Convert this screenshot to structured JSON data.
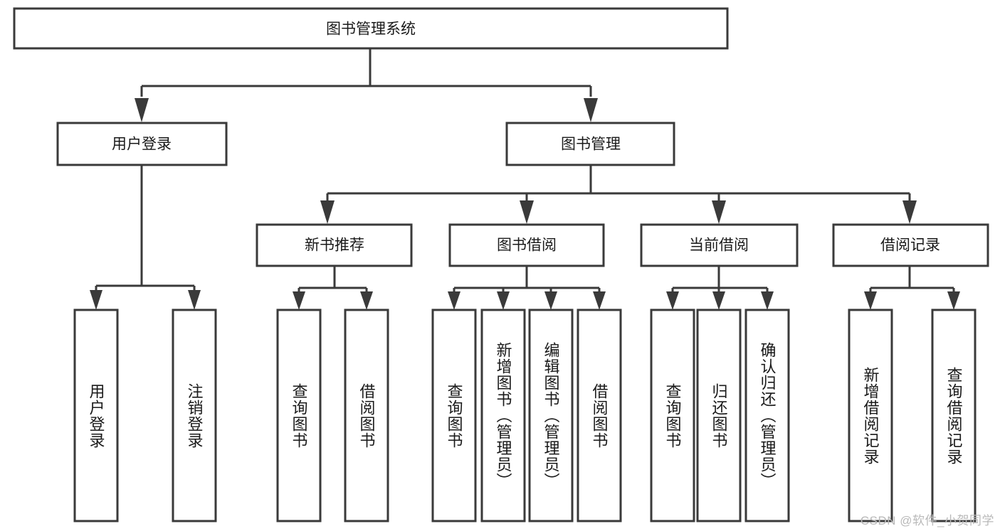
{
  "diagram": {
    "type": "tree-hierarchy",
    "title": "图书管理系统",
    "watermark": "CSDN @软件_小贺同学",
    "colors": {
      "stroke": "#3a3a3a",
      "fill": "#ffffff",
      "text": "#1a1a1a",
      "watermark": "#b9b9b9",
      "background": "#ffffff"
    },
    "levels": [
      {
        "level": 1,
        "nodes": [
          {
            "id": "root",
            "label": "图书管理系统",
            "orientation": "horizontal"
          }
        ]
      },
      {
        "level": 2,
        "nodes": [
          {
            "id": "login",
            "label": "用户登录",
            "orientation": "horizontal",
            "parent": "root"
          },
          {
            "id": "bookmgmt",
            "label": "图书管理",
            "orientation": "horizontal",
            "parent": "root"
          }
        ]
      },
      {
        "level": 3,
        "nodes": [
          {
            "id": "newbook",
            "label": "新书推荐",
            "orientation": "horizontal",
            "parent": "bookmgmt"
          },
          {
            "id": "borrow",
            "label": "图书借阅",
            "orientation": "horizontal",
            "parent": "bookmgmt"
          },
          {
            "id": "current",
            "label": "当前借阅",
            "orientation": "horizontal",
            "parent": "bookmgmt"
          },
          {
            "id": "records",
            "label": "借阅记录",
            "orientation": "horizontal",
            "parent": "bookmgmt"
          }
        ]
      },
      {
        "level": 4,
        "nodes": [
          {
            "id": "leaf-1",
            "label": "用户登录",
            "orientation": "vertical",
            "parent": "login"
          },
          {
            "id": "leaf-2",
            "label": "注销登录",
            "orientation": "vertical",
            "parent": "login"
          },
          {
            "id": "leaf-3",
            "label": "查询图书",
            "orientation": "vertical",
            "parent": "newbook"
          },
          {
            "id": "leaf-4",
            "label": "借阅图书",
            "orientation": "vertical",
            "parent": "newbook"
          },
          {
            "id": "leaf-5",
            "label": "查询图书",
            "orientation": "vertical",
            "parent": "borrow"
          },
          {
            "id": "leaf-6",
            "label": "新增图书（管理员）",
            "orientation": "vertical",
            "parent": "borrow"
          },
          {
            "id": "leaf-7",
            "label": "编辑图书（管理员）",
            "orientation": "vertical",
            "parent": "borrow"
          },
          {
            "id": "leaf-8",
            "label": "借阅图书",
            "orientation": "vertical",
            "parent": "borrow"
          },
          {
            "id": "leaf-9",
            "label": "查询图书",
            "orientation": "vertical",
            "parent": "current"
          },
          {
            "id": "leaf-10",
            "label": "归还图书",
            "orientation": "vertical",
            "parent": "current"
          },
          {
            "id": "leaf-11",
            "label": "确认归还（管理员）",
            "orientation": "vertical",
            "parent": "current"
          },
          {
            "id": "leaf-12",
            "label": "新增借阅记录",
            "orientation": "vertical",
            "parent": "records"
          },
          {
            "id": "leaf-13",
            "label": "查询借阅记录",
            "orientation": "vertical",
            "parent": "records"
          }
        ]
      }
    ]
  }
}
